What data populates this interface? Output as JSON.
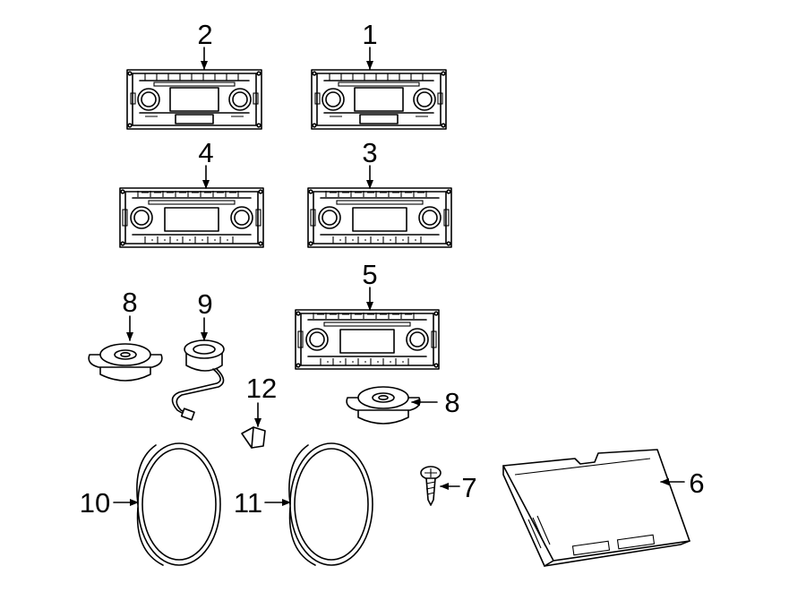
{
  "callouts": [
    {
      "id": "radio-2",
      "label": "2"
    },
    {
      "id": "radio-1",
      "label": "1"
    },
    {
      "id": "radio-4",
      "label": "4"
    },
    {
      "id": "radio-3",
      "label": "3"
    },
    {
      "id": "radio-5",
      "label": "5"
    },
    {
      "id": "speaker-8a",
      "label": "8"
    },
    {
      "id": "speaker-9",
      "label": "9"
    },
    {
      "id": "speaker-8b",
      "label": "8"
    },
    {
      "id": "clip-12",
      "label": "12"
    },
    {
      "id": "speaker-10",
      "label": "10"
    },
    {
      "id": "speaker-11",
      "label": "11"
    },
    {
      "id": "screw-7",
      "label": "7"
    },
    {
      "id": "module-6",
      "label": "6"
    }
  ]
}
